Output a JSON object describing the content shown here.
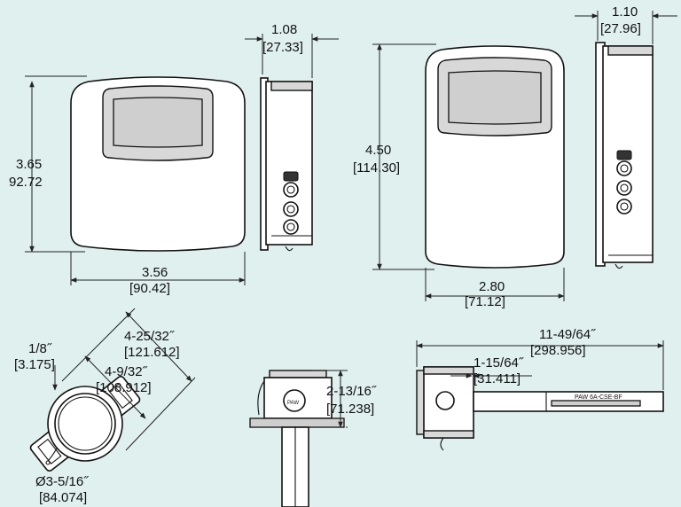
{
  "diagram": {
    "background": "#dff0ee",
    "views": {
      "front_small": {
        "height_in": "3.65",
        "height_mm": "92.72",
        "width_in": "3.56",
        "width_mm": "[90.42]"
      },
      "side_small": {
        "depth_in": "1.08",
        "depth_mm": "[27.33]"
      },
      "front_large": {
        "height_in": "4.50",
        "height_mm": "[114.30]",
        "width_in": "2.80",
        "width_mm": "[71.12]"
      },
      "side_large": {
        "depth_in": "1.10",
        "depth_mm": "[27.96]"
      },
      "duct_ring": {
        "thickness_in": "1/8˝",
        "thickness_mm": "[3.175]",
        "outer_in": "4-25/32˝",
        "outer_mm": "[121.612]",
        "inner_in": "4-9/32˝",
        "inner_mm": "[108.912]",
        "diameter_in": "Ø3-5/16˝",
        "diameter_mm": "[84.074]"
      },
      "duct_enclosure": {
        "height_in": "2-13/16˝",
        "height_mm": "[71.238]"
      },
      "probe": {
        "length_in": "11-49/64˝",
        "length_mm": "[298.956]",
        "head_in": "1-15/64˝",
        "head_mm": "[31.411]",
        "label": "PAW 6A-CSE-BF"
      }
    }
  }
}
